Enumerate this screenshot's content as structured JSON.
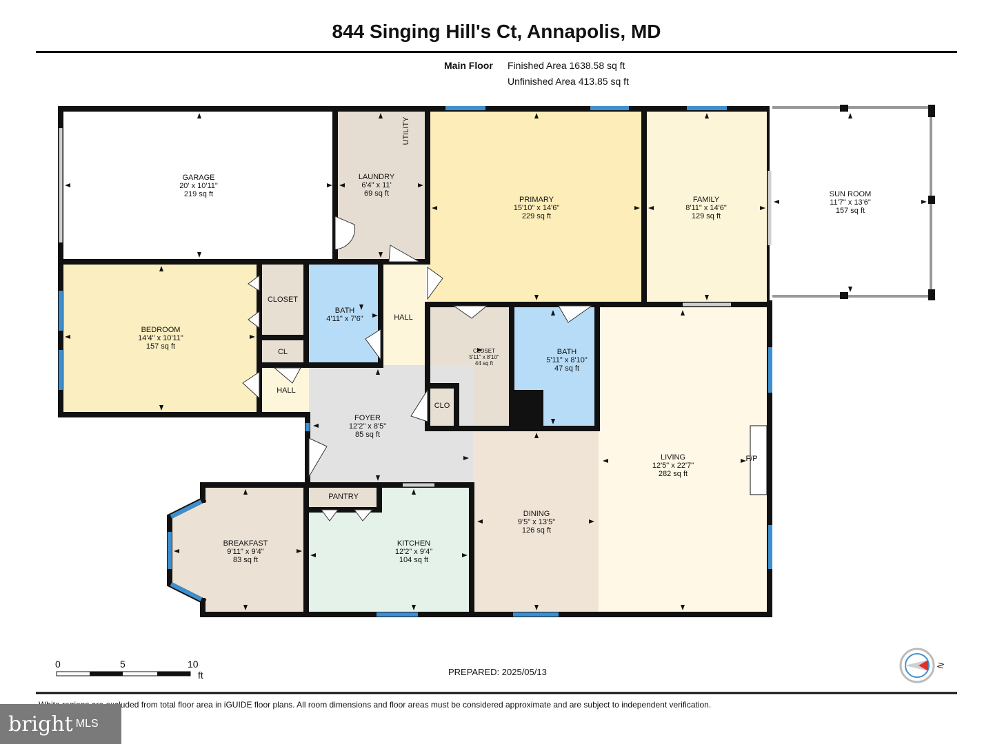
{
  "header": {
    "title": "844 Singing Hill's Ct, Annapolis, MD",
    "floor_label": "Main Floor",
    "finished_area": "Finished Area 1638.58 sq ft",
    "unfinished_area": "Unfinished Area 413.85 sq ft"
  },
  "rooms": {
    "garage": {
      "name": "GARAGE",
      "dims": "20' x 10'11\"",
      "area": "219 sq ft"
    },
    "laundry": {
      "name": "LAUNDRY",
      "dims": "6'4\" x 11'",
      "area": "69 sq ft"
    },
    "utility": {
      "name": "UTILITY"
    },
    "primary": {
      "name": "PRIMARY",
      "dims": "15'10\" x 14'6\"",
      "area": "229 sq ft"
    },
    "family": {
      "name": "FAMILY",
      "dims": "8'11\" x 14'6\"",
      "area": "129 sq ft"
    },
    "sunroom": {
      "name": "SUN ROOM",
      "dims": "11'7\" x 13'6\"",
      "area": "157 sq ft"
    },
    "bedroom": {
      "name": "BEDROOM",
      "dims": "14'4\" x 10'11\"",
      "area": "157 sq ft"
    },
    "closet1": {
      "name": "CLOSET"
    },
    "cl": {
      "name": "CL"
    },
    "bath1": {
      "name": "BATH",
      "dims": "4'11\" x 7'6\""
    },
    "hall1": {
      "name": "HALL"
    },
    "hall2": {
      "name": "HALL"
    },
    "closet2": {
      "name": "CLOSET",
      "dims": "5'11\" x 8'10\"",
      "area": "44 sq ft"
    },
    "bath2": {
      "name": "BATH",
      "dims": "5'11\" x 8'10\"",
      "area": "47 sq ft"
    },
    "clo": {
      "name": "CLO"
    },
    "foyer": {
      "name": "FOYER",
      "dims": "12'2\" x 8'5\"",
      "area": "85 sq ft"
    },
    "living": {
      "name": "LIVING",
      "dims": "12'5\" x 22'7\"",
      "area": "282 sq ft"
    },
    "fp": {
      "name": "F/P"
    },
    "pantry": {
      "name": "PANTRY"
    },
    "dining": {
      "name": "DINING",
      "dims": "9'5\" x 13'5\"",
      "area": "126 sq ft"
    },
    "breakfast": {
      "name": "BREAKFAST",
      "dims": "9'11\" x 9'4\"",
      "area": "83 sq ft"
    },
    "kitchen": {
      "name": "KITCHEN",
      "dims": "12'2\" x 9'4\"",
      "area": "104 sq ft"
    }
  },
  "scale": {
    "t0": "0",
    "t5": "5",
    "t10": "10",
    "unit": "ft"
  },
  "compass": {
    "label": "N"
  },
  "prepared": "PREPARED: 2025/05/13",
  "footer": "White regions are excluded from total floor area in iGUIDE floor plans. All room dimensions and floor areas must be considered approximate and are subject to independent verification.",
  "logo": {
    "brand": "bright",
    "suffix": "MLS"
  },
  "colors": {
    "wall": "#111111",
    "window": "#3d8fcf",
    "garage": "#ffffff",
    "laundry": "#e6ddd2",
    "primary": "#fdeeb9",
    "family": "#fdf5d8",
    "bedroom": "#fbeec0",
    "bath": "#b7dcf7",
    "closet": "#e8dfd3",
    "hall": "#fdf6db",
    "foyer": "#e2e2e2",
    "living": "#fff8e6",
    "dining": "#efe4d6",
    "breakfast": "#ebe1d4",
    "kitchen": "#e5f2ea"
  }
}
